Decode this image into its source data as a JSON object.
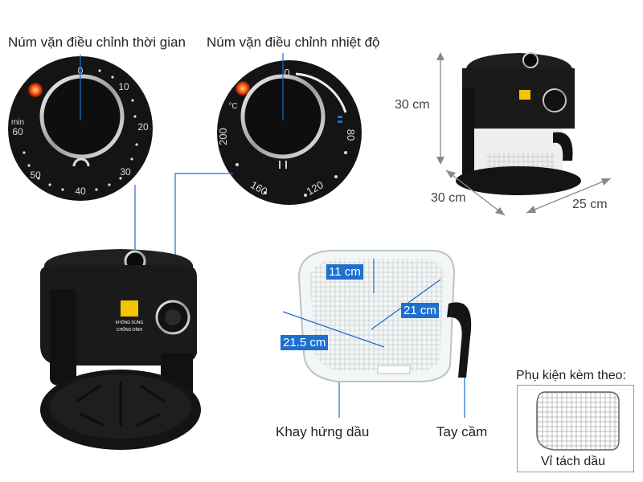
{
  "labels": {
    "time_knob": "Núm vặn điều chỉnh thời gian",
    "temp_knob": "Núm vặn điều chỉnh nhiệt độ",
    "drip_tray": "Khay hứng dầu",
    "handle": "Tay cầm",
    "accessory_title": "Phụ kiện kèm theo:",
    "oil_separator": "Vỉ tách dầu"
  },
  "dimensions": {
    "height": "30 cm",
    "depth": "30 cm",
    "width": "25 cm",
    "tray_height": "11 cm",
    "tray_width": "21 cm",
    "tray_length": "21.5 cm"
  },
  "time_dial": {
    "unit": "min",
    "ticks": [
      "0",
      "10",
      "20",
      "30",
      "40",
      "50",
      "60"
    ]
  },
  "temp_dial": {
    "unit": "°C",
    "ticks": [
      "0",
      "80",
      "120",
      "160",
      "200"
    ]
  },
  "badge": {
    "line1": "KHÔNG DÙNG",
    "line2": "CHỐNG DÍNH"
  },
  "colors": {
    "accent_blue": "#1d6fd0",
    "body": "#1a1a1a",
    "led": "#ff5a1a"
  }
}
